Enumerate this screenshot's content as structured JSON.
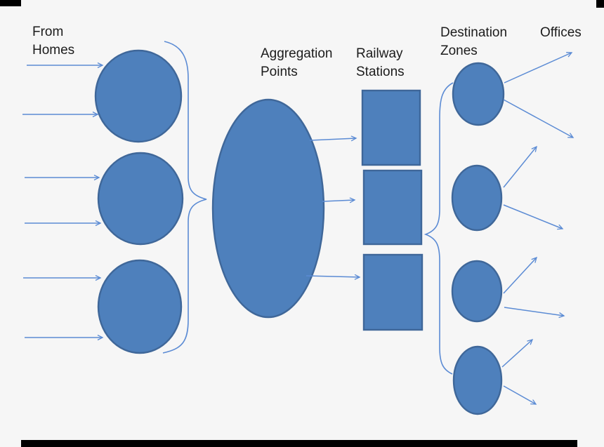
{
  "labels": {
    "source": {
      "line1": "From",
      "line2": "Homes"
    },
    "aggregation": {
      "line1": "Aggregation",
      "line2": "Points"
    },
    "stations": {
      "line1": "Railway",
      "line2": "Stations"
    },
    "destinations": {
      "line1": "Destination",
      "line2": "Zones"
    },
    "offices": "Offices"
  },
  "diagram_summary": {
    "home_input_arrows": 6,
    "home_circles": 3,
    "aggregation_ellipses": 1,
    "station_squares": 3,
    "destination_ellipses": 4,
    "office_arrows": 8
  },
  "colors": {
    "background": "#f6f6f6",
    "shape_fill": "#4e80bc",
    "shape_border": "#3f6799",
    "arrow": "#5b8bd4",
    "text": "#1c1c1c",
    "artifact": "#000000"
  }
}
